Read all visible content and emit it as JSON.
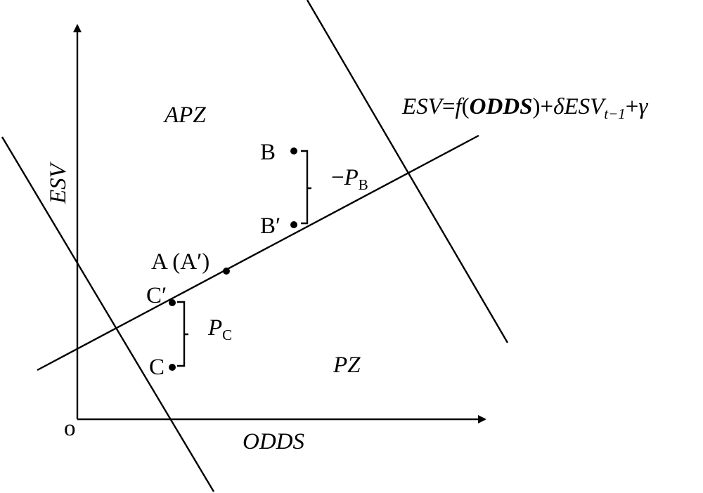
{
  "axes": {
    "y_label": "ESV",
    "x_label": "ODDS",
    "origin_label": "o"
  },
  "regions": {
    "apz": "APZ",
    "pz": "PZ"
  },
  "equation": {
    "esv": "ESV",
    "eq": "=",
    "f": "f",
    "open": "(",
    "odds": "ODDS",
    "close": ")",
    "plus1": "+",
    "delta": "δ",
    "esv2": "ESV",
    "sub": "t−1",
    "plus2": "+",
    "gamma": "γ"
  },
  "points": {
    "b": "B",
    "b_prime": "B′",
    "a": "A (A′)",
    "c_prime": "C′",
    "c": "C"
  },
  "brackets": {
    "b_minus": "−",
    "b_p": "P",
    "b_sub": "B",
    "c_p": "P",
    "c_sub": "C"
  }
}
